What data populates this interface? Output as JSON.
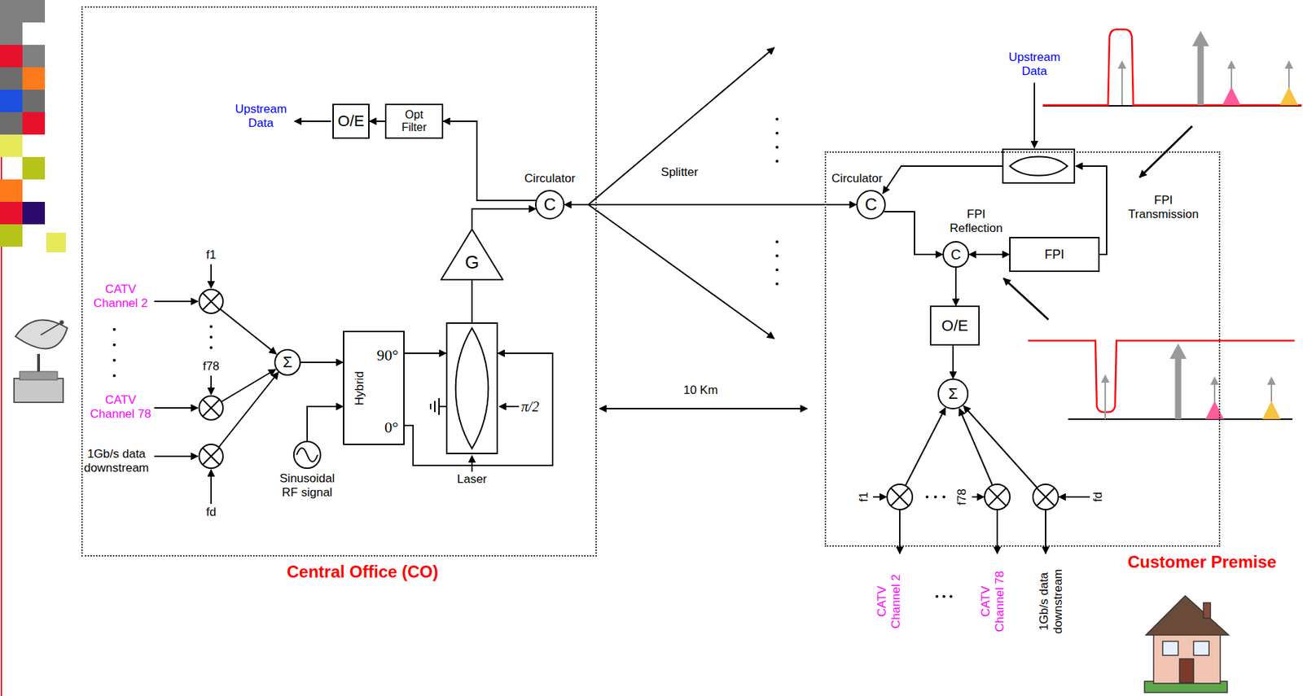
{
  "diagram": {
    "nodes": [
      {
        "text": [
          "Central Office (CO)"
        ]
      },
      {
        "text": [
          "O/E"
        ],
        "in": 0
      },
      {
        "text": [
          "Opt Filter"
        ],
        "in": 0
      },
      {
        "text": [
          "Circulator",
          "C"
        ],
        "in": 0
      },
      {
        "text": [
          "G"
        ],
        "in": 0
      },
      {
        "text": [
          "Σ"
        ],
        "in": 0
      },
      {
        "text": [
          "Hybrid",
          "90°",
          "0°"
        ],
        "in": 0
      },
      {
        "text": [
          "Laser"
        ],
        "in": 0
      },
      {
        "text": [
          "Sinusoidal RF signal"
        ],
        "in": 0
      },
      {
        "text": [
          "Customer Premise"
        ]
      },
      {
        "text": [
          "Circulator",
          "C"
        ],
        "in": 9
      },
      {
        "text": [
          "C"
        ],
        "in": 9
      },
      {
        "text": [
          "FPI"
        ],
        "in": 9
      },
      {
        "text": [
          "O/E"
        ],
        "in": 9
      },
      {
        "text": [
          "Σ"
        ],
        "in": 9
      }
    ],
    "edges": [
      {
        "from": 2,
        "to": 1,
        "arrow": "to"
      },
      {
        "from": 3,
        "to": 2,
        "arrow": "to"
      },
      {
        "from": 4,
        "to": 3,
        "arrow": "to"
      },
      {
        "from": 7,
        "to": 4,
        "arrow": "none"
      },
      {
        "from": 6,
        "to": 7,
        "arrow": "to"
      },
      {
        "from": 6,
        "to": 7,
        "arrow": "to"
      },
      {
        "from": 5,
        "to": 6,
        "arrow": "to"
      },
      {
        "from": 8,
        "to": 6,
        "arrow": "to"
      },
      {
        "from": 3,
        "to": 10,
        "arrow": "both"
      },
      {
        "from": 10,
        "to": 11,
        "arrow": "to"
      },
      {
        "from": 11,
        "to": 12,
        "arrow": "both"
      },
      {
        "from": 11,
        "to": 13,
        "arrow": "to"
      },
      {
        "from": 13,
        "to": 14,
        "arrow": "to"
      }
    ],
    "labels": [
      "Upstream Data",
      "Splitter",
      "10 Km",
      "CATV Channel 2",
      "f1",
      "f78",
      "CATV Channel 78",
      "1Gb/s data downstream",
      "fd",
      "π/2",
      "Upstream Data",
      "FPI Reflection",
      "FPI Transmission",
      "CATV Channel 2",
      "CATV Channel 78",
      "1Gb/s data downstream",
      "f1",
      "f78",
      "fd"
    ]
  }
}
